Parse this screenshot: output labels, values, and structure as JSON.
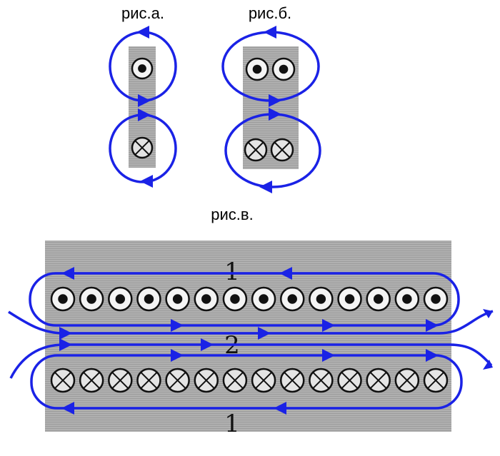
{
  "captions": {
    "fig_a": "рис.а.",
    "fig_b": "рис.б.",
    "fig_c": "рис.в."
  },
  "fig_c_labels": {
    "top": "1",
    "middle": "2",
    "bottom": "1"
  },
  "fig_c_conductor_count_per_row": 14,
  "colors": {
    "field_lines": "#1a22e6",
    "panel": "#a9a9a9"
  }
}
